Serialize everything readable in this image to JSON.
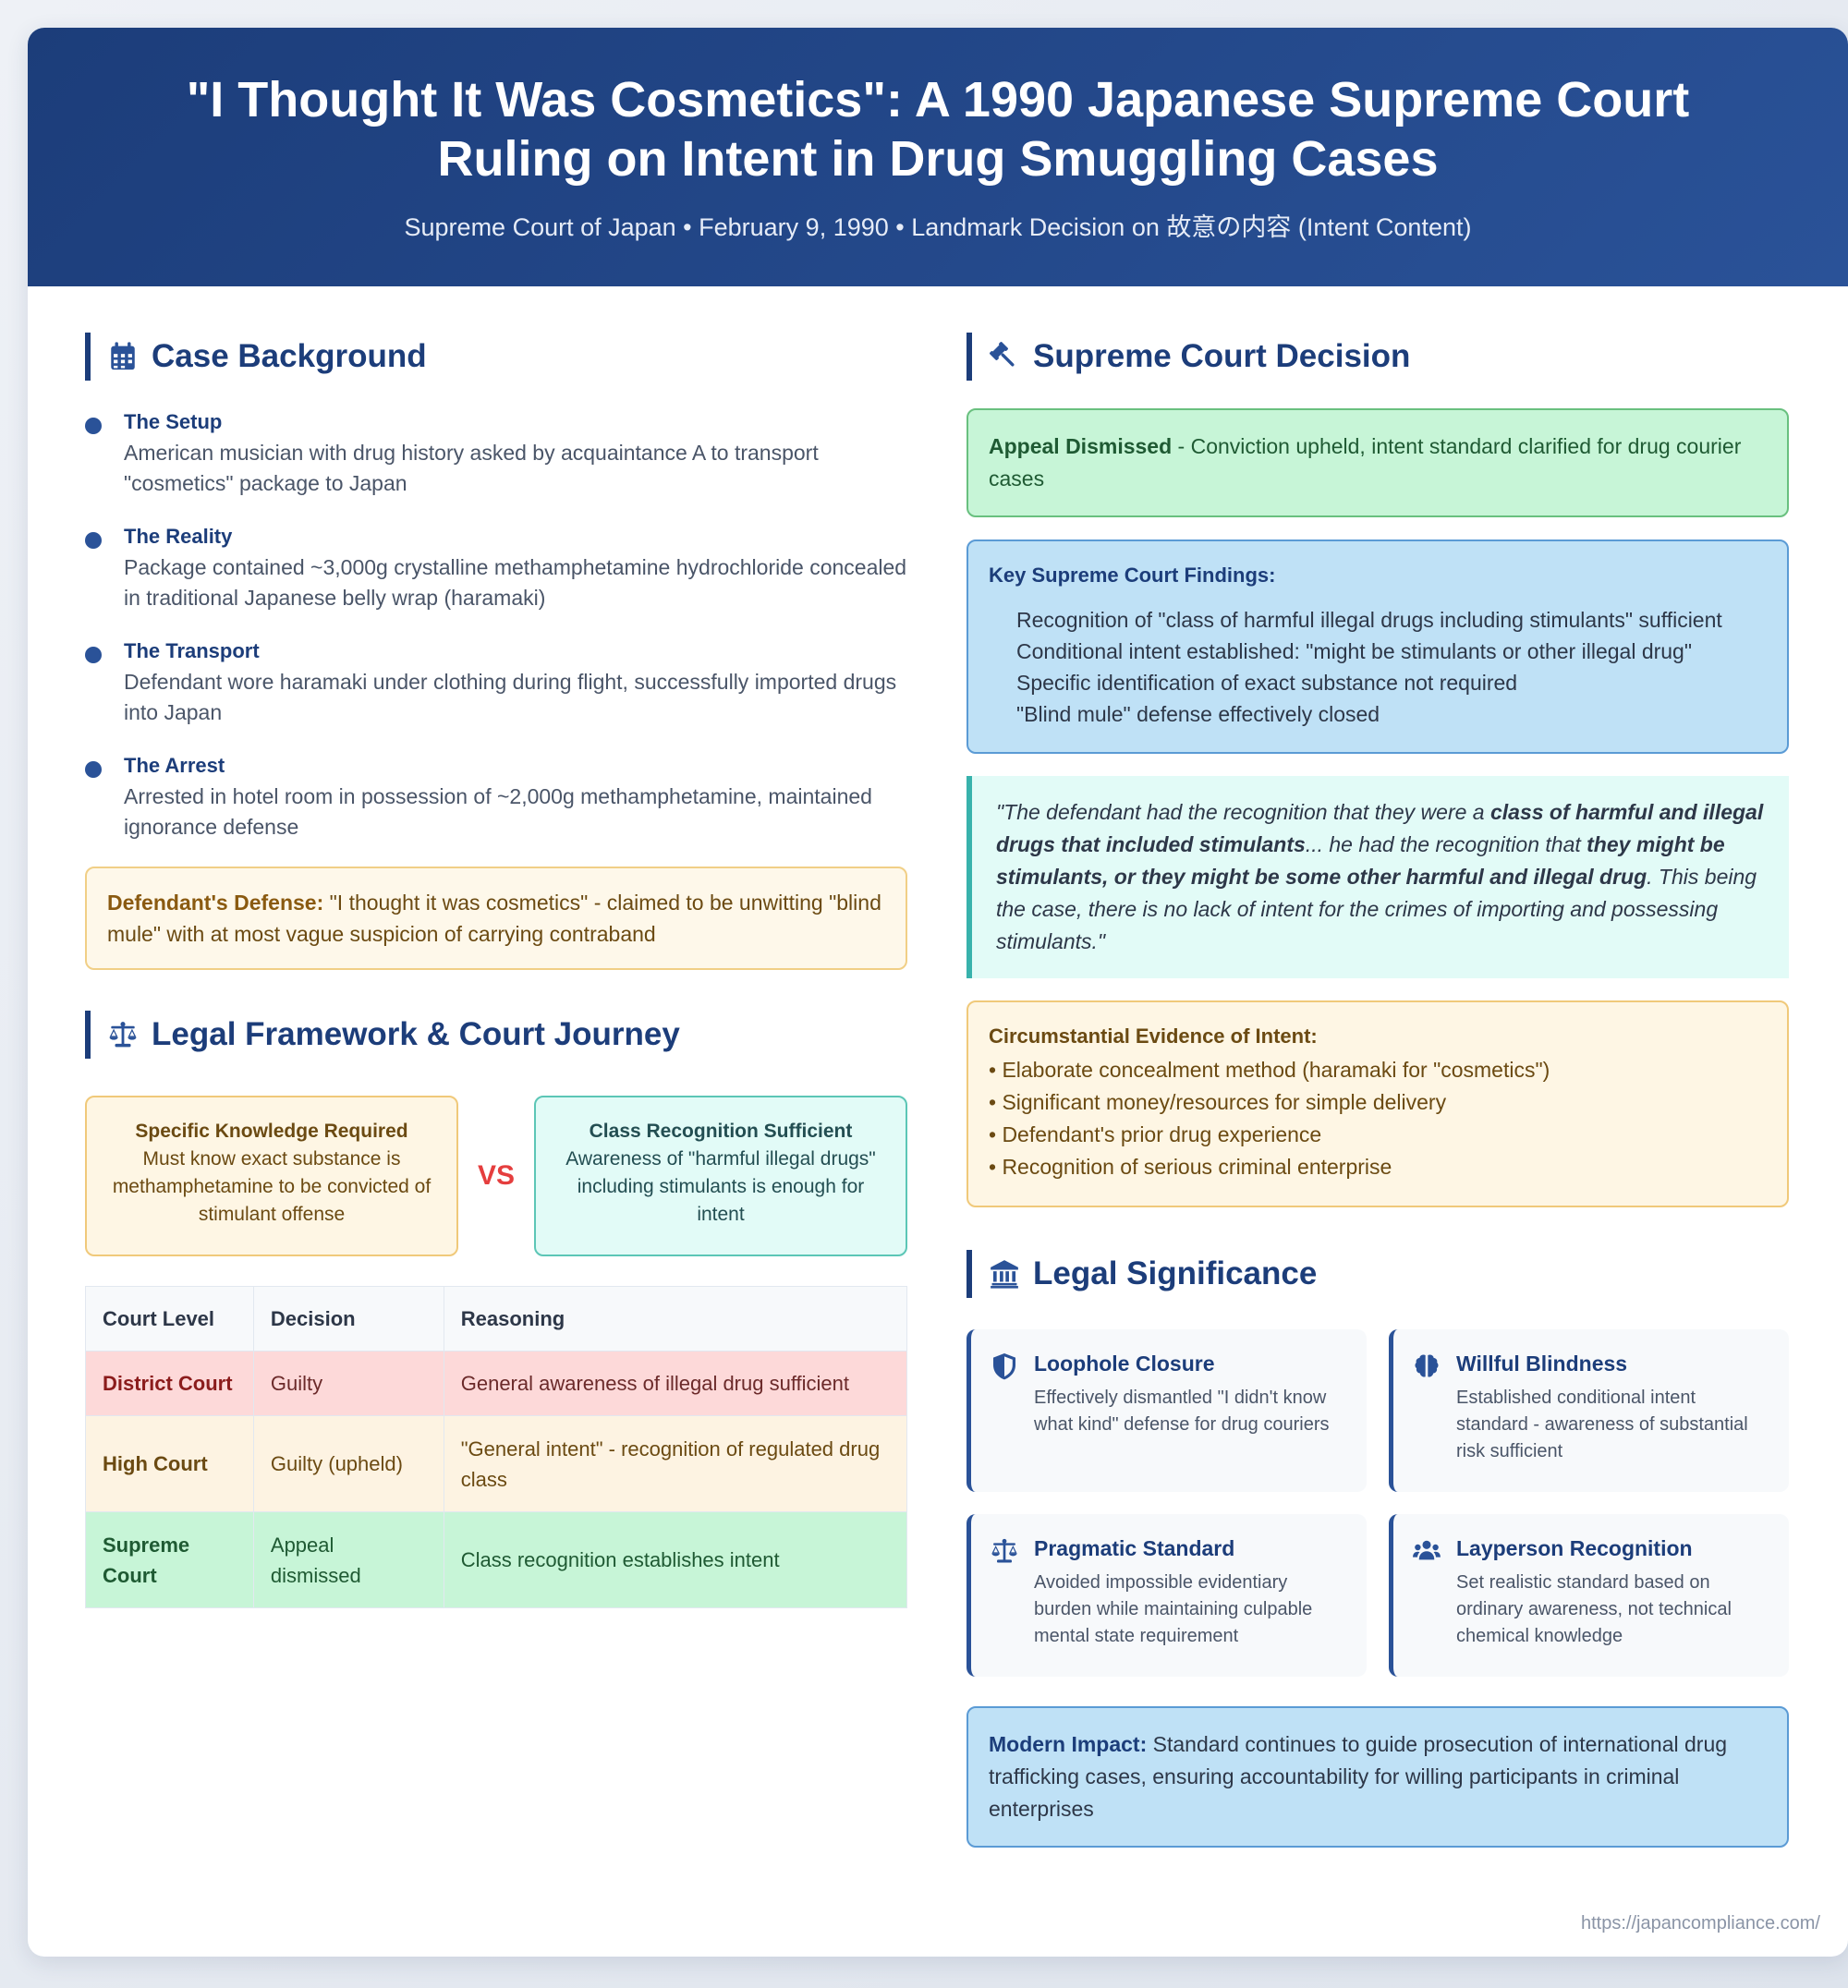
{
  "header": {
    "title": "\"I Thought It Was Cosmetics\": A 1990 Japanese Supreme Court Ruling on Intent in Drug Smuggling Cases",
    "subtitle": "Supreme Court of Japan • February 9, 1990 • Landmark Decision on 故意の内容 (Intent Content)"
  },
  "background": {
    "title": "Case Background",
    "items": [
      {
        "title": "The Setup",
        "desc": "American musician with drug history asked by acquaintance A to transport \"cosmetics\" package to Japan"
      },
      {
        "title": "The Reality",
        "desc": "Package contained ~3,000g crystalline methamphetamine hydrochloride concealed in traditional Japanese belly wrap (haramaki)"
      },
      {
        "title": "The Transport",
        "desc": "Defendant wore haramaki under clothing during flight, successfully imported drugs into Japan"
      },
      {
        "title": "The Arrest",
        "desc": "Arrested in hotel room in possession of ~2,000g methamphetamine, maintained ignorance defense"
      }
    ],
    "defense_label": "Defendant's Defense:",
    "defense_text": " \"I thought it was cosmetics\" - claimed to be unwitting \"blind mule\" with at most vague suspicion of carrying contraband"
  },
  "framework": {
    "title": "Legal Framework & Court Journey",
    "specific": {
      "title": "Specific Knowledge Required",
      "desc": "Must know exact substance is methamphetamine to be convicted of stimulant offense"
    },
    "vs": "VS",
    "class": {
      "title": "Class Recognition Sufficient",
      "desc": "Awareness of \"harmful illegal drugs\" including stimulants is enough for intent"
    },
    "table": {
      "headers": [
        "Court Level",
        "Decision",
        "Reasoning"
      ],
      "rows": [
        [
          "District Court",
          "Guilty",
          "General awareness of illegal drug sufficient"
        ],
        [
          "High Court",
          "Guilty (upheld)",
          "\"General intent\" - recognition of regulated drug class"
        ],
        [
          "Supreme Court",
          "Appeal dismissed",
          "Class recognition establishes intent"
        ]
      ]
    }
  },
  "decision": {
    "title": "Supreme Court Decision",
    "dismissed_label": "Appeal Dismissed",
    "dismissed_text": " - Conviction upheld, intent standard clarified for drug courier cases",
    "findings_title": "Key Supreme Court Findings:",
    "findings": [
      "Recognition of \"class of harmful illegal drugs including stimulants\" sufficient",
      "Conditional intent established: \"might be stimulants or other illegal drug\"",
      "Specific identification of exact substance not required",
      "\"Blind mule\" defense effectively closed"
    ],
    "quote": {
      "p1": "\"The defendant had the recognition that they were a ",
      "b1": "class of harmful and illegal drugs that included stimulants",
      "p2": "... he had the recognition that ",
      "b2": "they might be stimulants, or they might be some other harmful and illegal drug",
      "p3": ". This being the case, there is no lack of intent for the crimes of importing and possessing stimulants.\""
    },
    "evidence_title": "Circumstantial Evidence of Intent:",
    "evidence": [
      "• Elaborate concealment method (haramaki for \"cosmetics\")",
      "• Significant money/resources for simple delivery",
      "• Defendant's prior drug experience",
      "• Recognition of serious criminal enterprise"
    ]
  },
  "significance": {
    "title": "Legal Significance",
    "cards": [
      {
        "title": "Loophole Closure",
        "desc": "Effectively dismantled \"I didn't know what kind\" defense for drug couriers",
        "icon": "shield-icon"
      },
      {
        "title": "Willful Blindness",
        "desc": "Established conditional intent standard - awareness of substantial risk sufficient",
        "icon": "brain-icon"
      },
      {
        "title": "Pragmatic Standard",
        "desc": "Avoided impossible evidentiary burden while maintaining culpable mental state requirement",
        "icon": "scale-icon"
      },
      {
        "title": "Layperson Recognition",
        "desc": "Set realistic standard based on ordinary awareness, not technical chemical knowledge",
        "icon": "users-icon"
      }
    ],
    "impact_label": "Modern Impact:",
    "impact_text": " Standard continues to guide prosecution of international drug trafficking cases, ensuring accountability for willing participants in criminal enterprises"
  },
  "footer": {
    "url": "https://japancompliance.com/"
  }
}
